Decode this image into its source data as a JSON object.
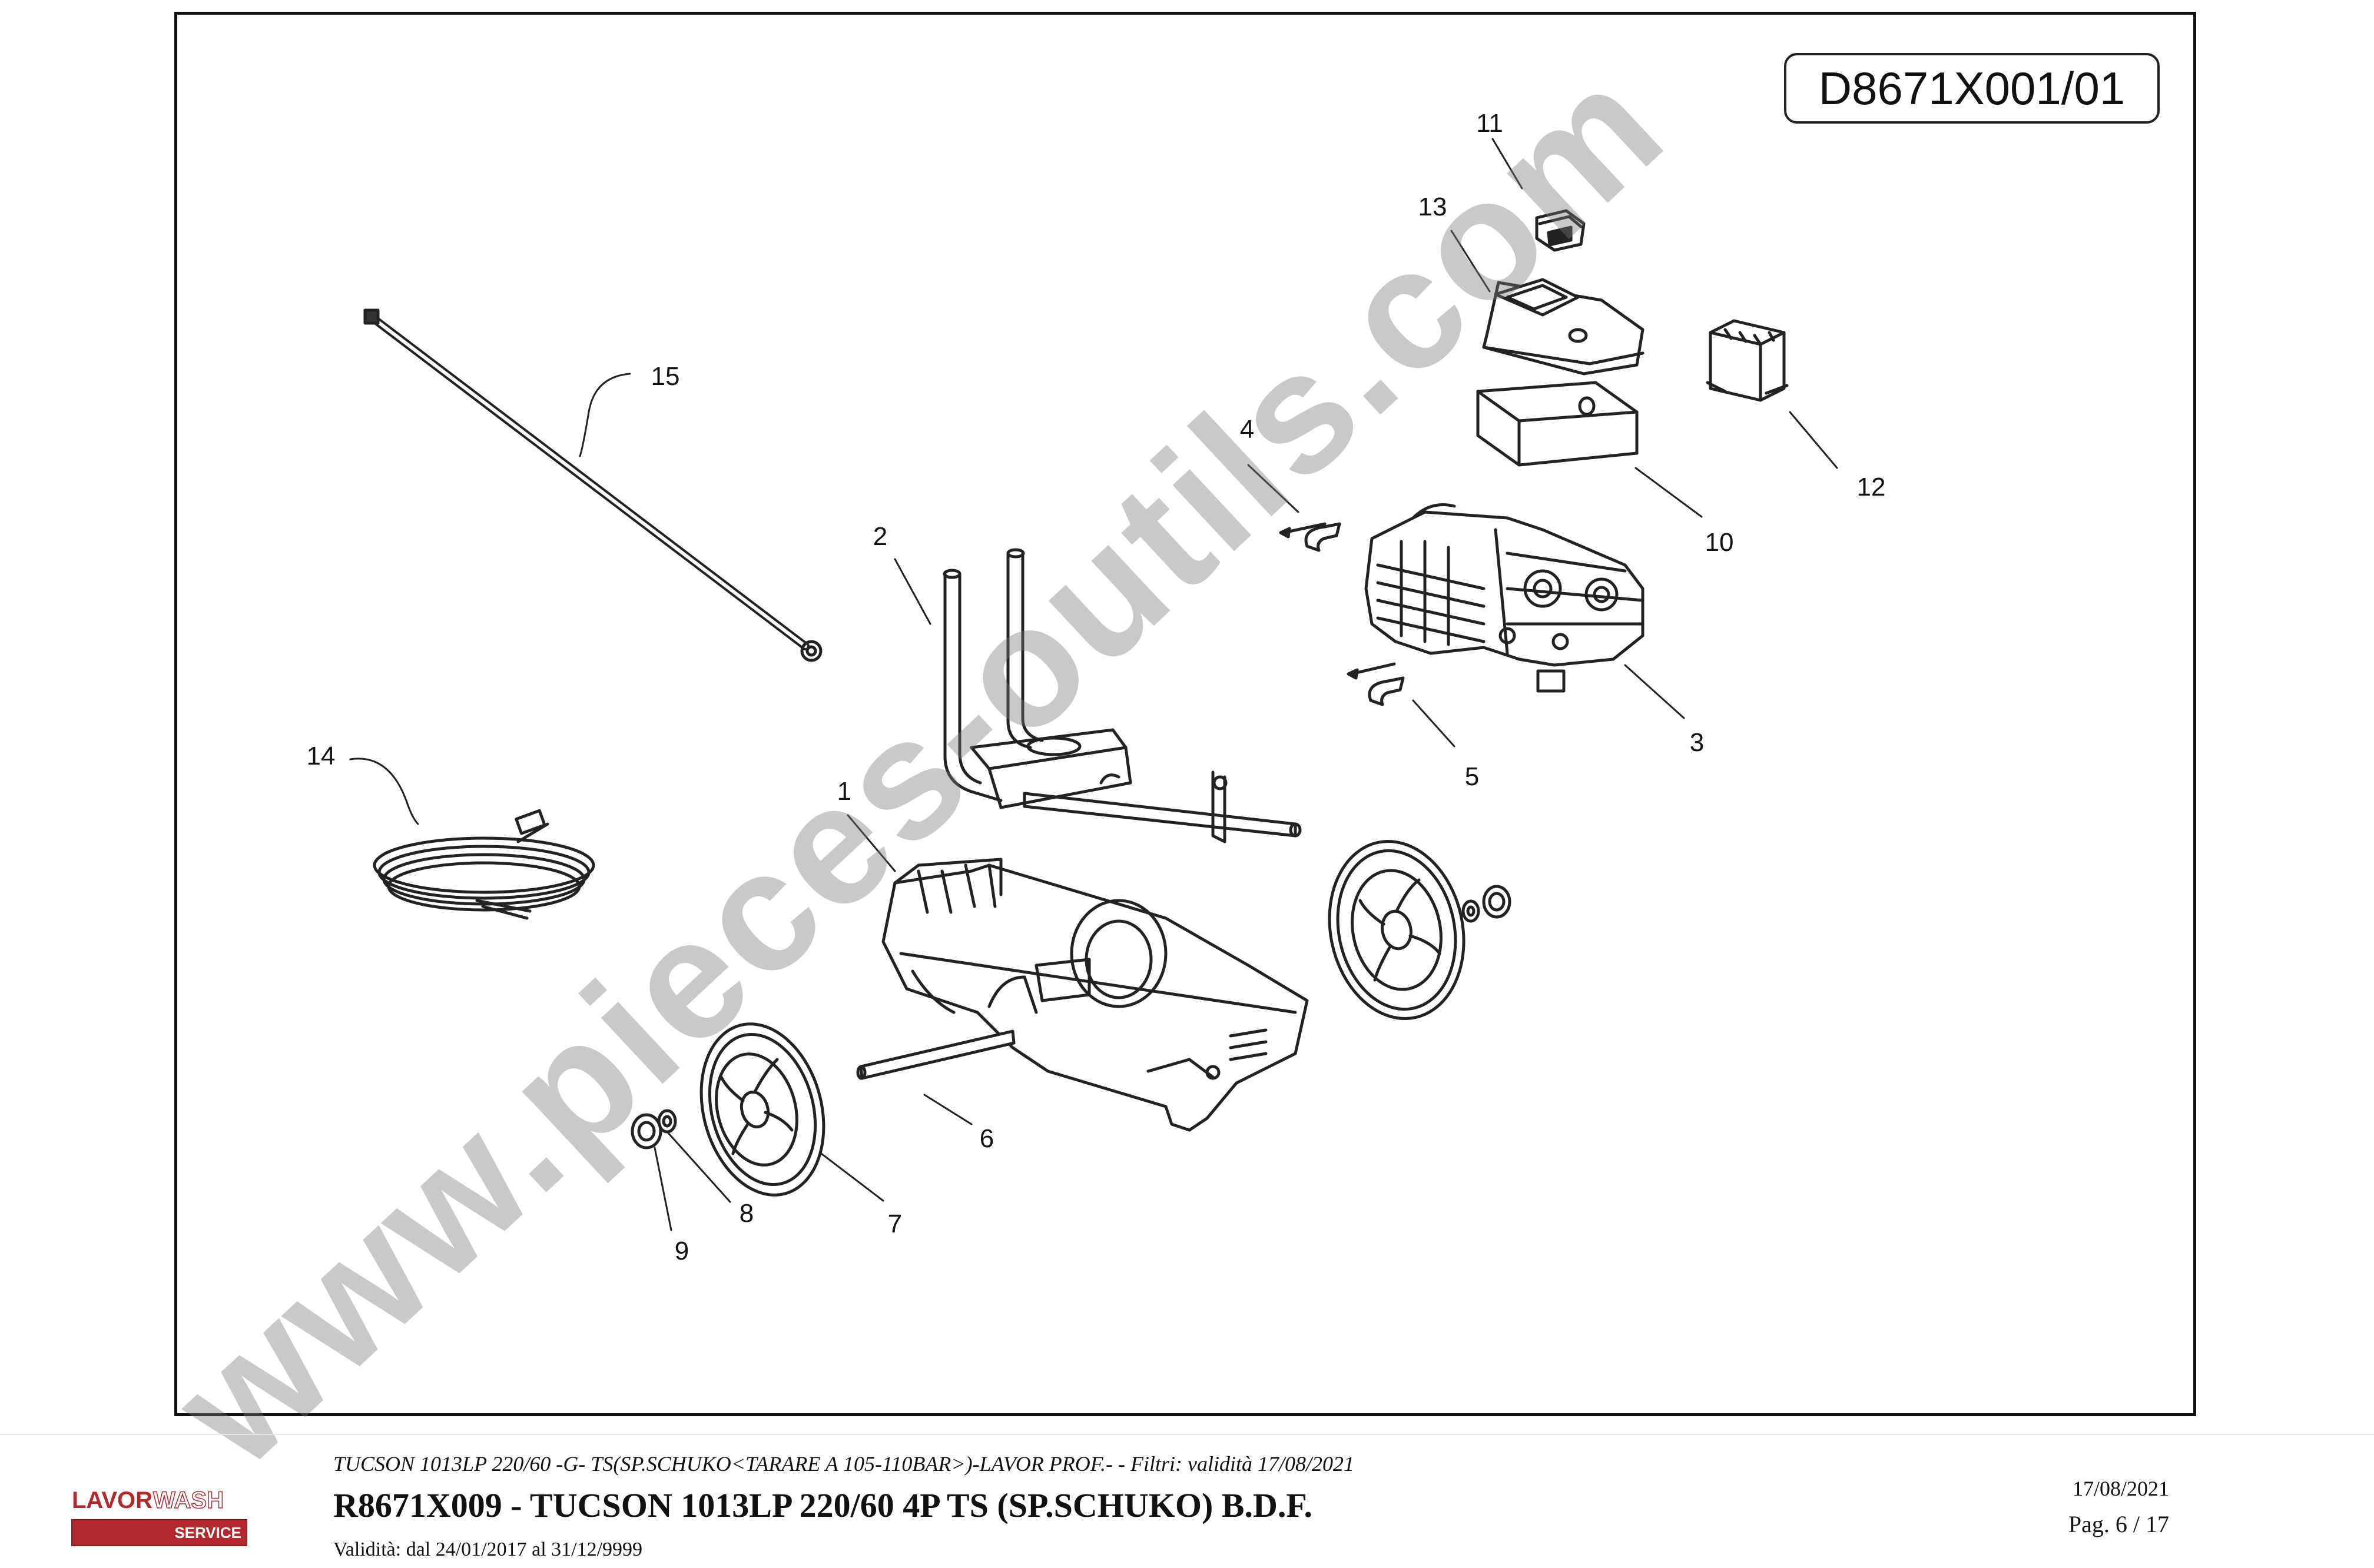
{
  "drawing": {
    "code": "D8671X001/01",
    "watermark": "www.pieces-outils.com",
    "callouts": [
      "1",
      "2",
      "3",
      "4",
      "5",
      "6",
      "7",
      "8",
      "9",
      "10",
      "11",
      "12",
      "13",
      "14",
      "15"
    ]
  },
  "footer": {
    "subtitle": "TUCSON 1013LP 220/60 -G- TS(SP.SCHUKO<TARARE A 105-110BAR>)-LAVOR PROF.- - Filtri: validità 17/08/2021",
    "title": "R8671X009 - TUCSON 1013LP 220/60 4P TS (SP.SCHUKO) B.D.F.",
    "validity": "Validità: dal 24/01/2017 al 31/12/9999",
    "date": "17/08/2021",
    "page": "Pag. 6 / 17"
  },
  "logo": {
    "brand": "LAVOR",
    "brand_outline": "WASH",
    "service": "SERVICE",
    "color": "#b3282d"
  }
}
